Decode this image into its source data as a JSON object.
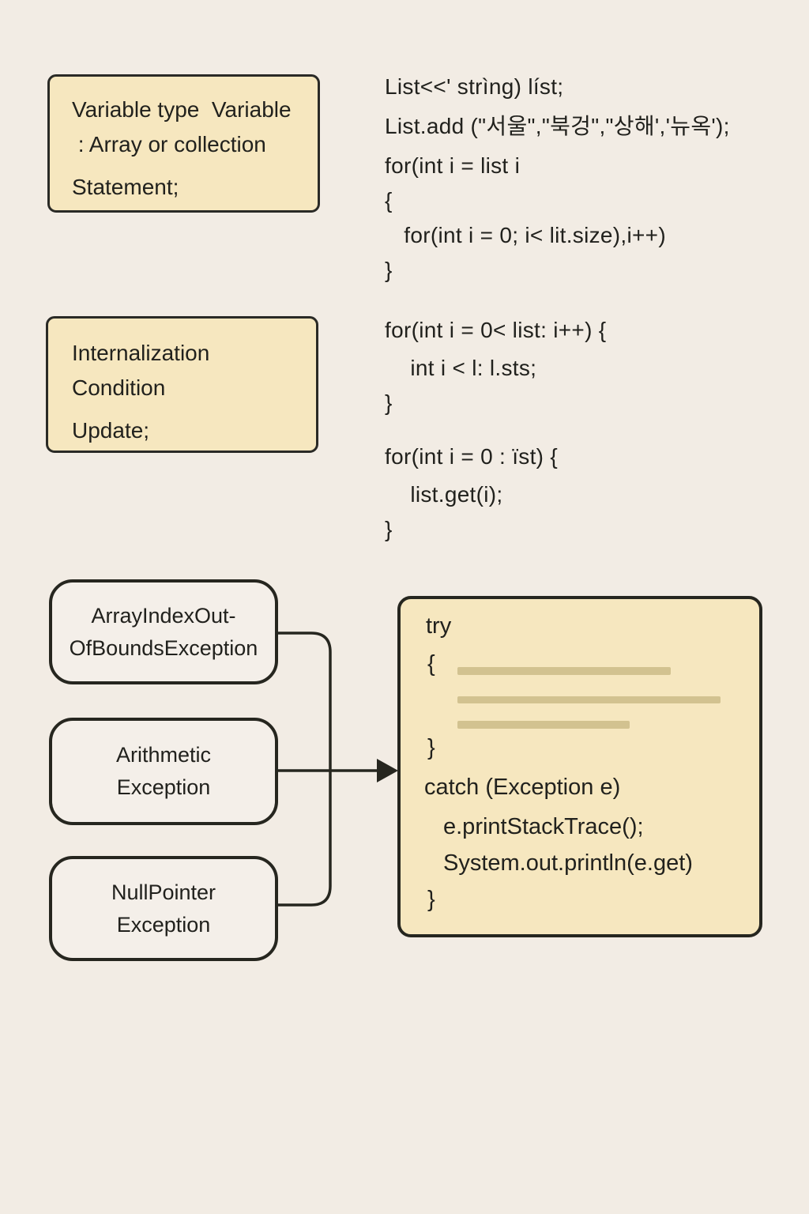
{
  "colors": {
    "background": "#f2ece4",
    "ink": "#21211d",
    "box_fill": "#f6e7bf",
    "node_fill": "#f4efe9",
    "border": "#26261f",
    "redacted_bar": "#d2c290"
  },
  "label_boxes": [
    {
      "lines": [
        "Variable type  Variable",
        " : Array or collection",
        "Statement;"
      ]
    },
    {
      "lines": [
        "Internalization",
        "Condition",
        "Update;"
      ]
    }
  ],
  "code_blocks": [
    {
      "lines": [
        "List<<' strìng) líst;",
        "List.add (\"서울\",\"북겅\",\"상해','뉴옥');",
        "for(int i = list i",
        "{",
        "   for(int i = 0; i< lit.size),i++)",
        "}"
      ]
    },
    {
      "lines": [
        "for(int i = 0< list: i++) {",
        "    int i < l: l.sts;",
        "}"
      ]
    },
    {
      "lines": [
        "for(int i = 0 : ïst) {",
        "    list.get(i);",
        "}"
      ]
    }
  ],
  "exception_nodes": [
    {
      "lines": [
        "ArrayIndexOut-",
        "OfBoundsException"
      ]
    },
    {
      "lines": [
        "Arithmetic",
        "Exception"
      ]
    },
    {
      "lines": [
        "NullPointer",
        "Exception"
      ]
    }
  ],
  "try_box": {
    "try_label": "try",
    "open_brace": "{",
    "close_brace_1": "}",
    "catch_label": "catch (Exception e)",
    "stmt_1": "e.printStackTrace();",
    "stmt_2": "System.out.println(e.get)",
    "close_brace_2": "}"
  }
}
